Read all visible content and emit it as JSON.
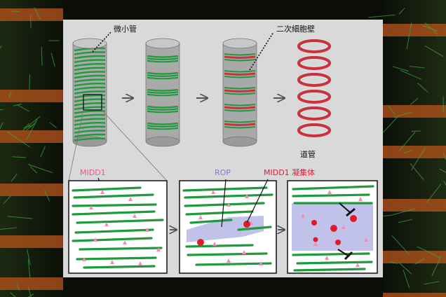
{
  "labels": {
    "microtubule": "微小管",
    "secondary_wall": "二次細胞壁",
    "vessel": "道管",
    "midd1": "MIDD1",
    "rop": "ROP",
    "midd1_aggregate": "MIDD1 凝集体"
  },
  "colors": {
    "panel_bg": "#d9d9d9",
    "microtubule_green": "#1f9a3c",
    "wall_red": "#c8323f",
    "cylinder_gray": "#a9a9a9",
    "rop_lavender": "#b9bbe8",
    "midd1_pink": "#f08cc0",
    "aggregate_red": "#e11b2a"
  },
  "icons": [
    "arrow-right-icon",
    "inhibition-bar-icon"
  ]
}
